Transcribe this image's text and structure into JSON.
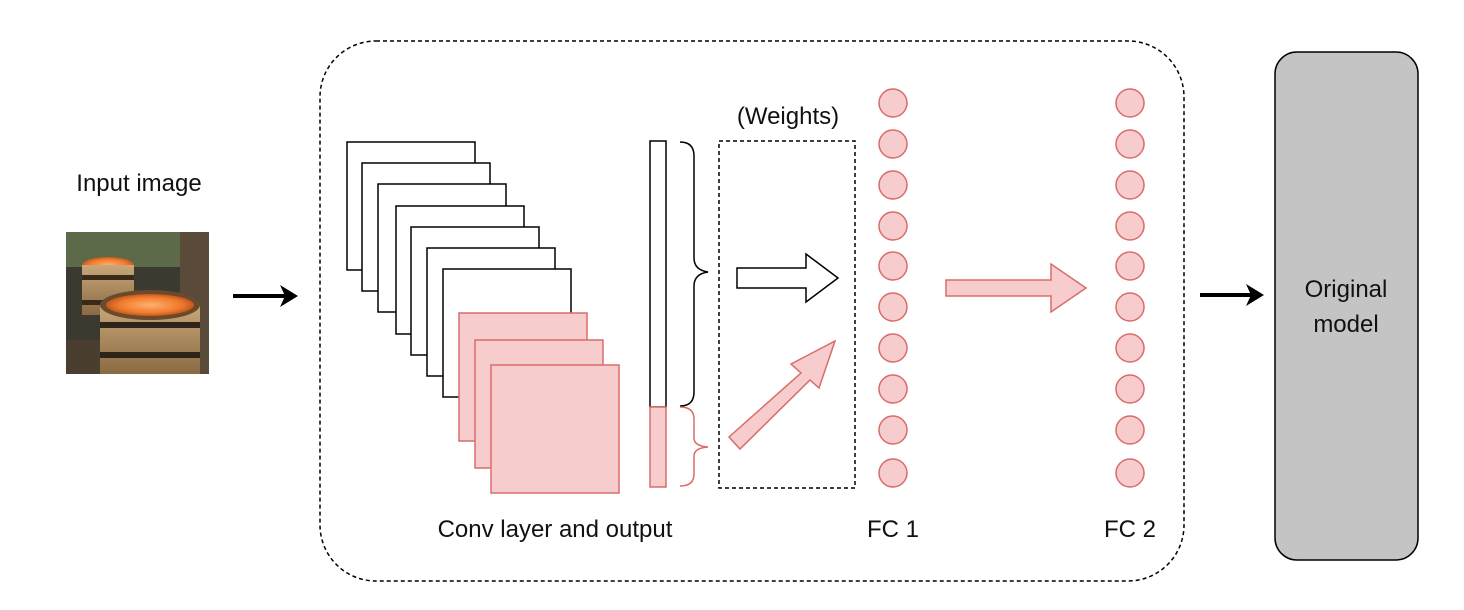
{
  "input": {
    "label": "Input image"
  },
  "conv": {
    "label": "Conv layer and output"
  },
  "weights": {
    "label": "(Weights)"
  },
  "fc1": {
    "label": "FC 1"
  },
  "fc2": {
    "label": "FC 2"
  },
  "model": {
    "label_line1": "Original",
    "label_line2": "model"
  },
  "colors": {
    "highlight_fill": "#f7cccc",
    "highlight_stroke": "#d86c6c",
    "model_fill": "#c4c4c4",
    "stroke": "#000000"
  }
}
